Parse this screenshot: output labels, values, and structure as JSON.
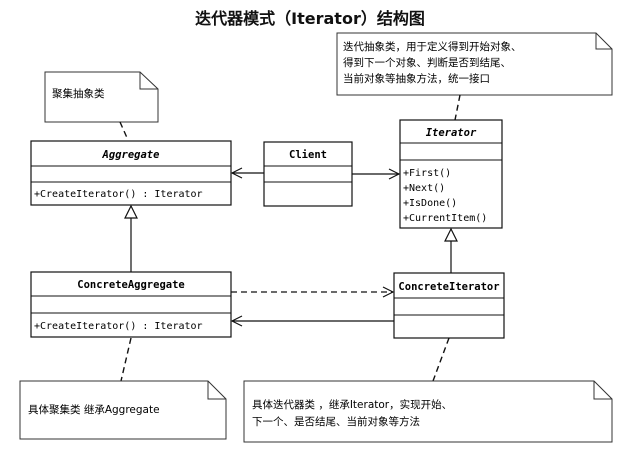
{
  "title": "迭代器模式（Iterator）结构图",
  "classes": {
    "aggregate": {
      "name": "Aggregate",
      "ops": [
        "+CreateIterator() : Iterator"
      ]
    },
    "client": {
      "name": "Client"
    },
    "iterator": {
      "name": "Iterator",
      "ops": [
        "+First()",
        "+Next()",
        "+IsDone()",
        "+CurrentItem()"
      ]
    },
    "concrete_aggregate": {
      "name": "ConcreteAggregate",
      "ops": [
        "+CreateIterator() : Iterator"
      ]
    },
    "concrete_iterator": {
      "name": "ConcreteIterator"
    }
  },
  "notes": {
    "aggregate_note": [
      "聚集抽象类"
    ],
    "iterator_note": [
      "迭代抽象类，用于定义得到开始对象、",
      "得到下一个对象、判断是否到结尾、",
      "当前对象等抽象方法，统一接口"
    ],
    "concrete_aggregate_note": [
      "具体聚集类 继承Aggregate"
    ],
    "concrete_iterator_note": [
      "具体迭代器类 ，继承Iterator，实现开始、",
      "下一个、是否结尾、当前对象等方法"
    ]
  }
}
